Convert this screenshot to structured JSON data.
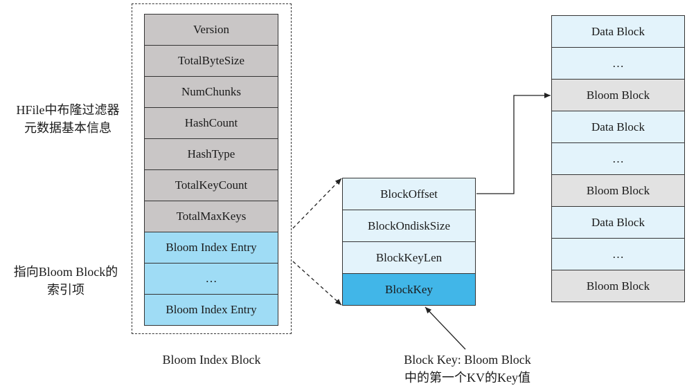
{
  "metadata_label": [
    "HFile中布隆过滤器",
    "元数据基本信息"
  ],
  "entry_label": [
    "指向Bloom Block的",
    "索引项"
  ],
  "index_block": {
    "title": "Bloom Index Block",
    "meta_rows": [
      "Version",
      "TotalByteSize",
      "NumChunks",
      "HashCount",
      "HashType",
      "TotalKeyCount",
      "TotalMaxKeys"
    ],
    "entry_rows": [
      "Bloom Index Entry",
      "…",
      "Bloom Index Entry"
    ]
  },
  "entry_detail": {
    "rows": [
      "BlockOffset",
      "BlockOndiskSize",
      "BlockKeyLen",
      "BlockKey"
    ]
  },
  "blockkey_note": [
    "Block Key: Bloom Block",
    "中的第一个KV的Key值"
  ],
  "hfile_blocks": [
    "Data Block",
    "…",
    "Bloom Block",
    "Data Block",
    "…",
    "Bloom Block",
    "Data Block",
    "…",
    "Bloom Block"
  ],
  "colors": {
    "meta_gray": "#c9c6c6",
    "entry_blue": "#9fdcf5",
    "detail_pale": "#e3f3fb",
    "blockkey_blue": "#41b6e8",
    "bloom_gray": "#e2e2e2"
  }
}
